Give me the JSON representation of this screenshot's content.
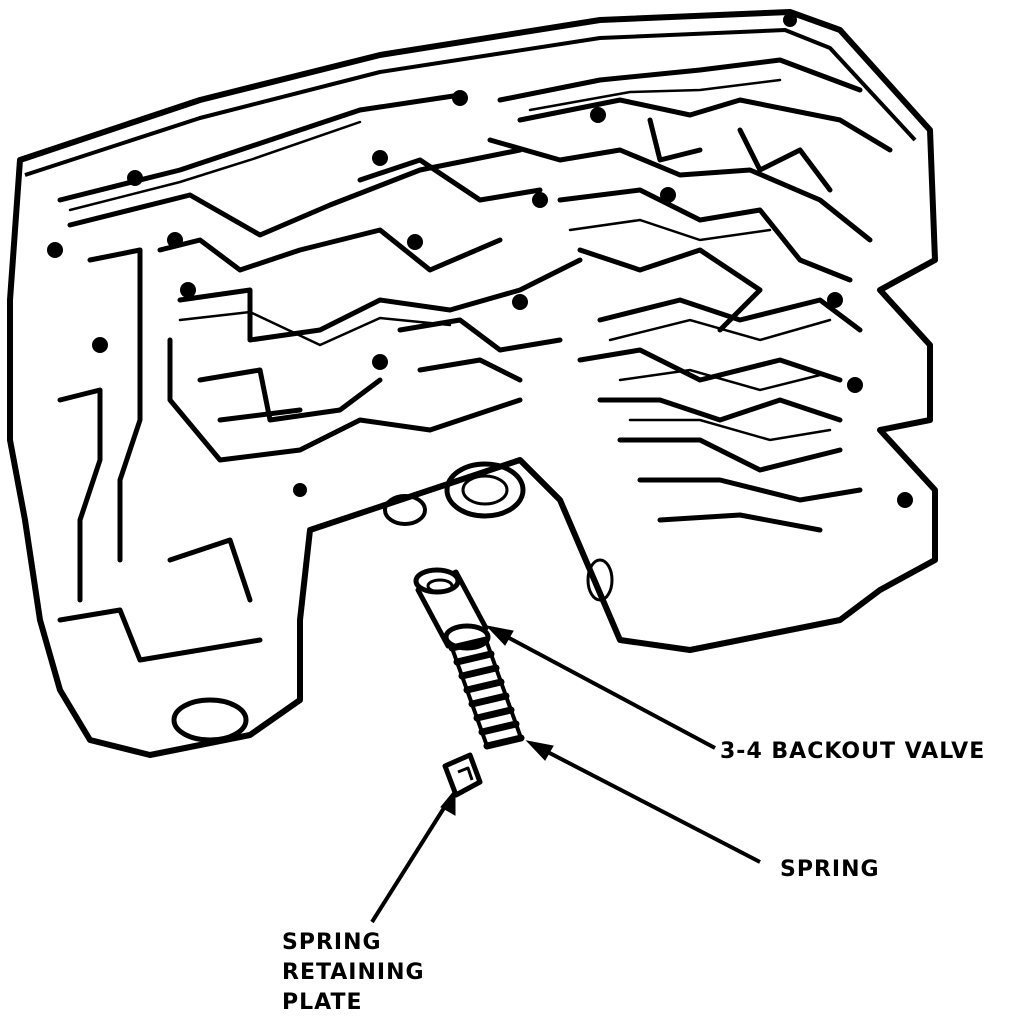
{
  "labels": {
    "backout_valve": "3-4 BACKOUT VALVE",
    "spring": "SPRING",
    "retaining_plate": [
      "SPRING",
      "RETAINING",
      "PLATE"
    ]
  },
  "colors": {
    "ink": "#000000",
    "paper": "#ffffff"
  }
}
